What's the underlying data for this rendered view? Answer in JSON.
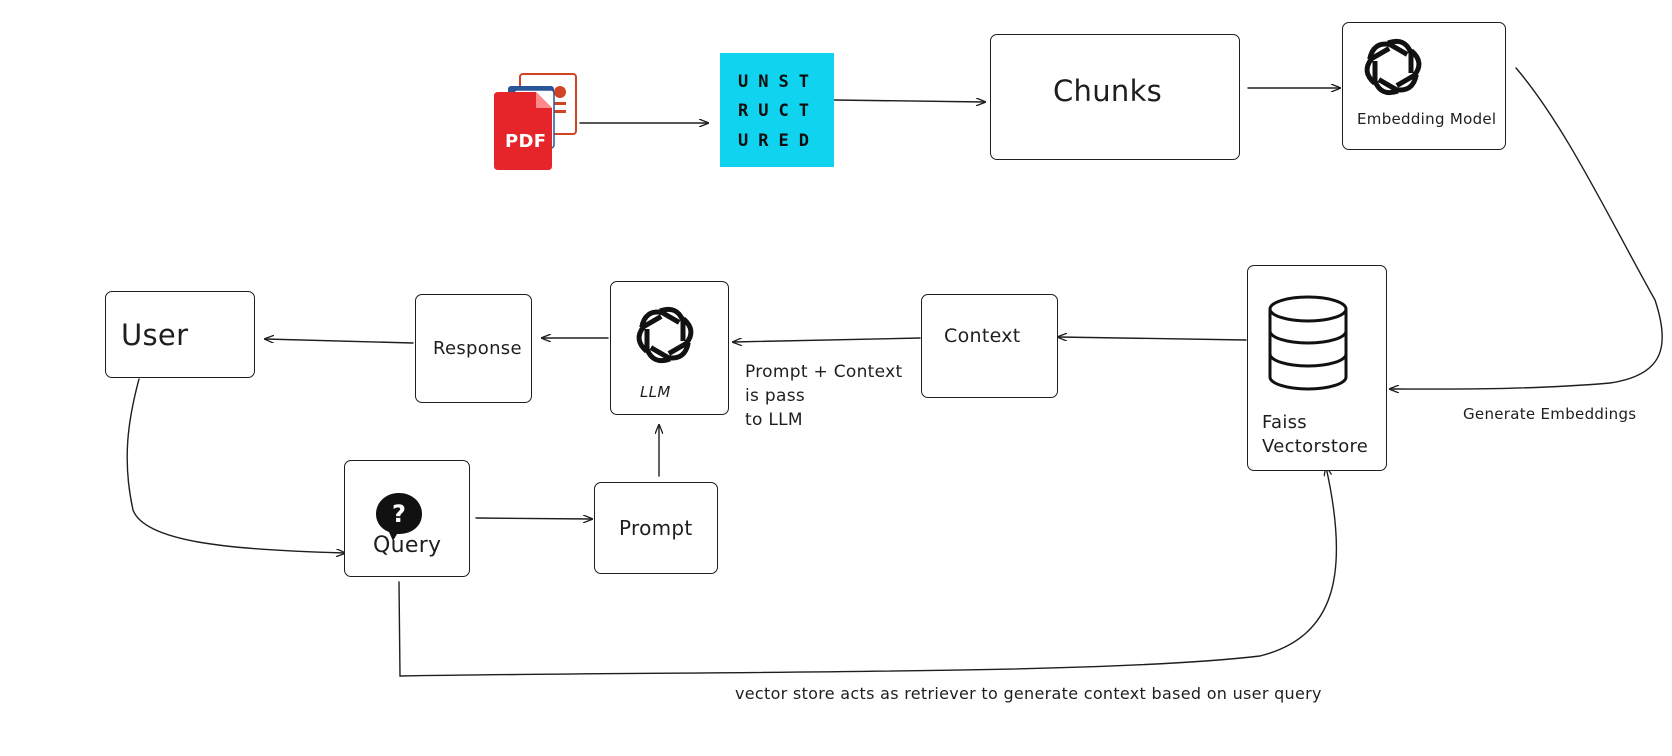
{
  "nodes": {
    "unstructured_logo": {
      "line1": "UNST",
      "line2": "RUCT",
      "line3": "URED"
    },
    "pdf_badge": "PDF",
    "chunks": "Chunks",
    "embedding_model": "Embedding Model",
    "faiss": {
      "line1": "Faiss",
      "line2": "Vectorstore"
    },
    "context": "Context",
    "llm": "LLM",
    "response": "Response",
    "user": "User",
    "query": "Query",
    "prompt": "Prompt"
  },
  "annotations": {
    "generate_embeddings": "Generate Embeddings",
    "prompt_context": {
      "line1": "Prompt + Context",
      "line2": "is pass",
      "line3": "to LLM"
    },
    "retriever_note": "vector store acts as retriever to generate context based on user query"
  },
  "colors": {
    "stroke": "#1e1e1e",
    "unstructured_bg": "#0fd3ef",
    "pdf_red": "#e5252a",
    "ppt_orange": "#d04423",
    "doc_blue": "#2a5699"
  },
  "icons": [
    "documents-stack-icon",
    "openai-logo-icon",
    "database-icon",
    "question-bubble-icon"
  ]
}
